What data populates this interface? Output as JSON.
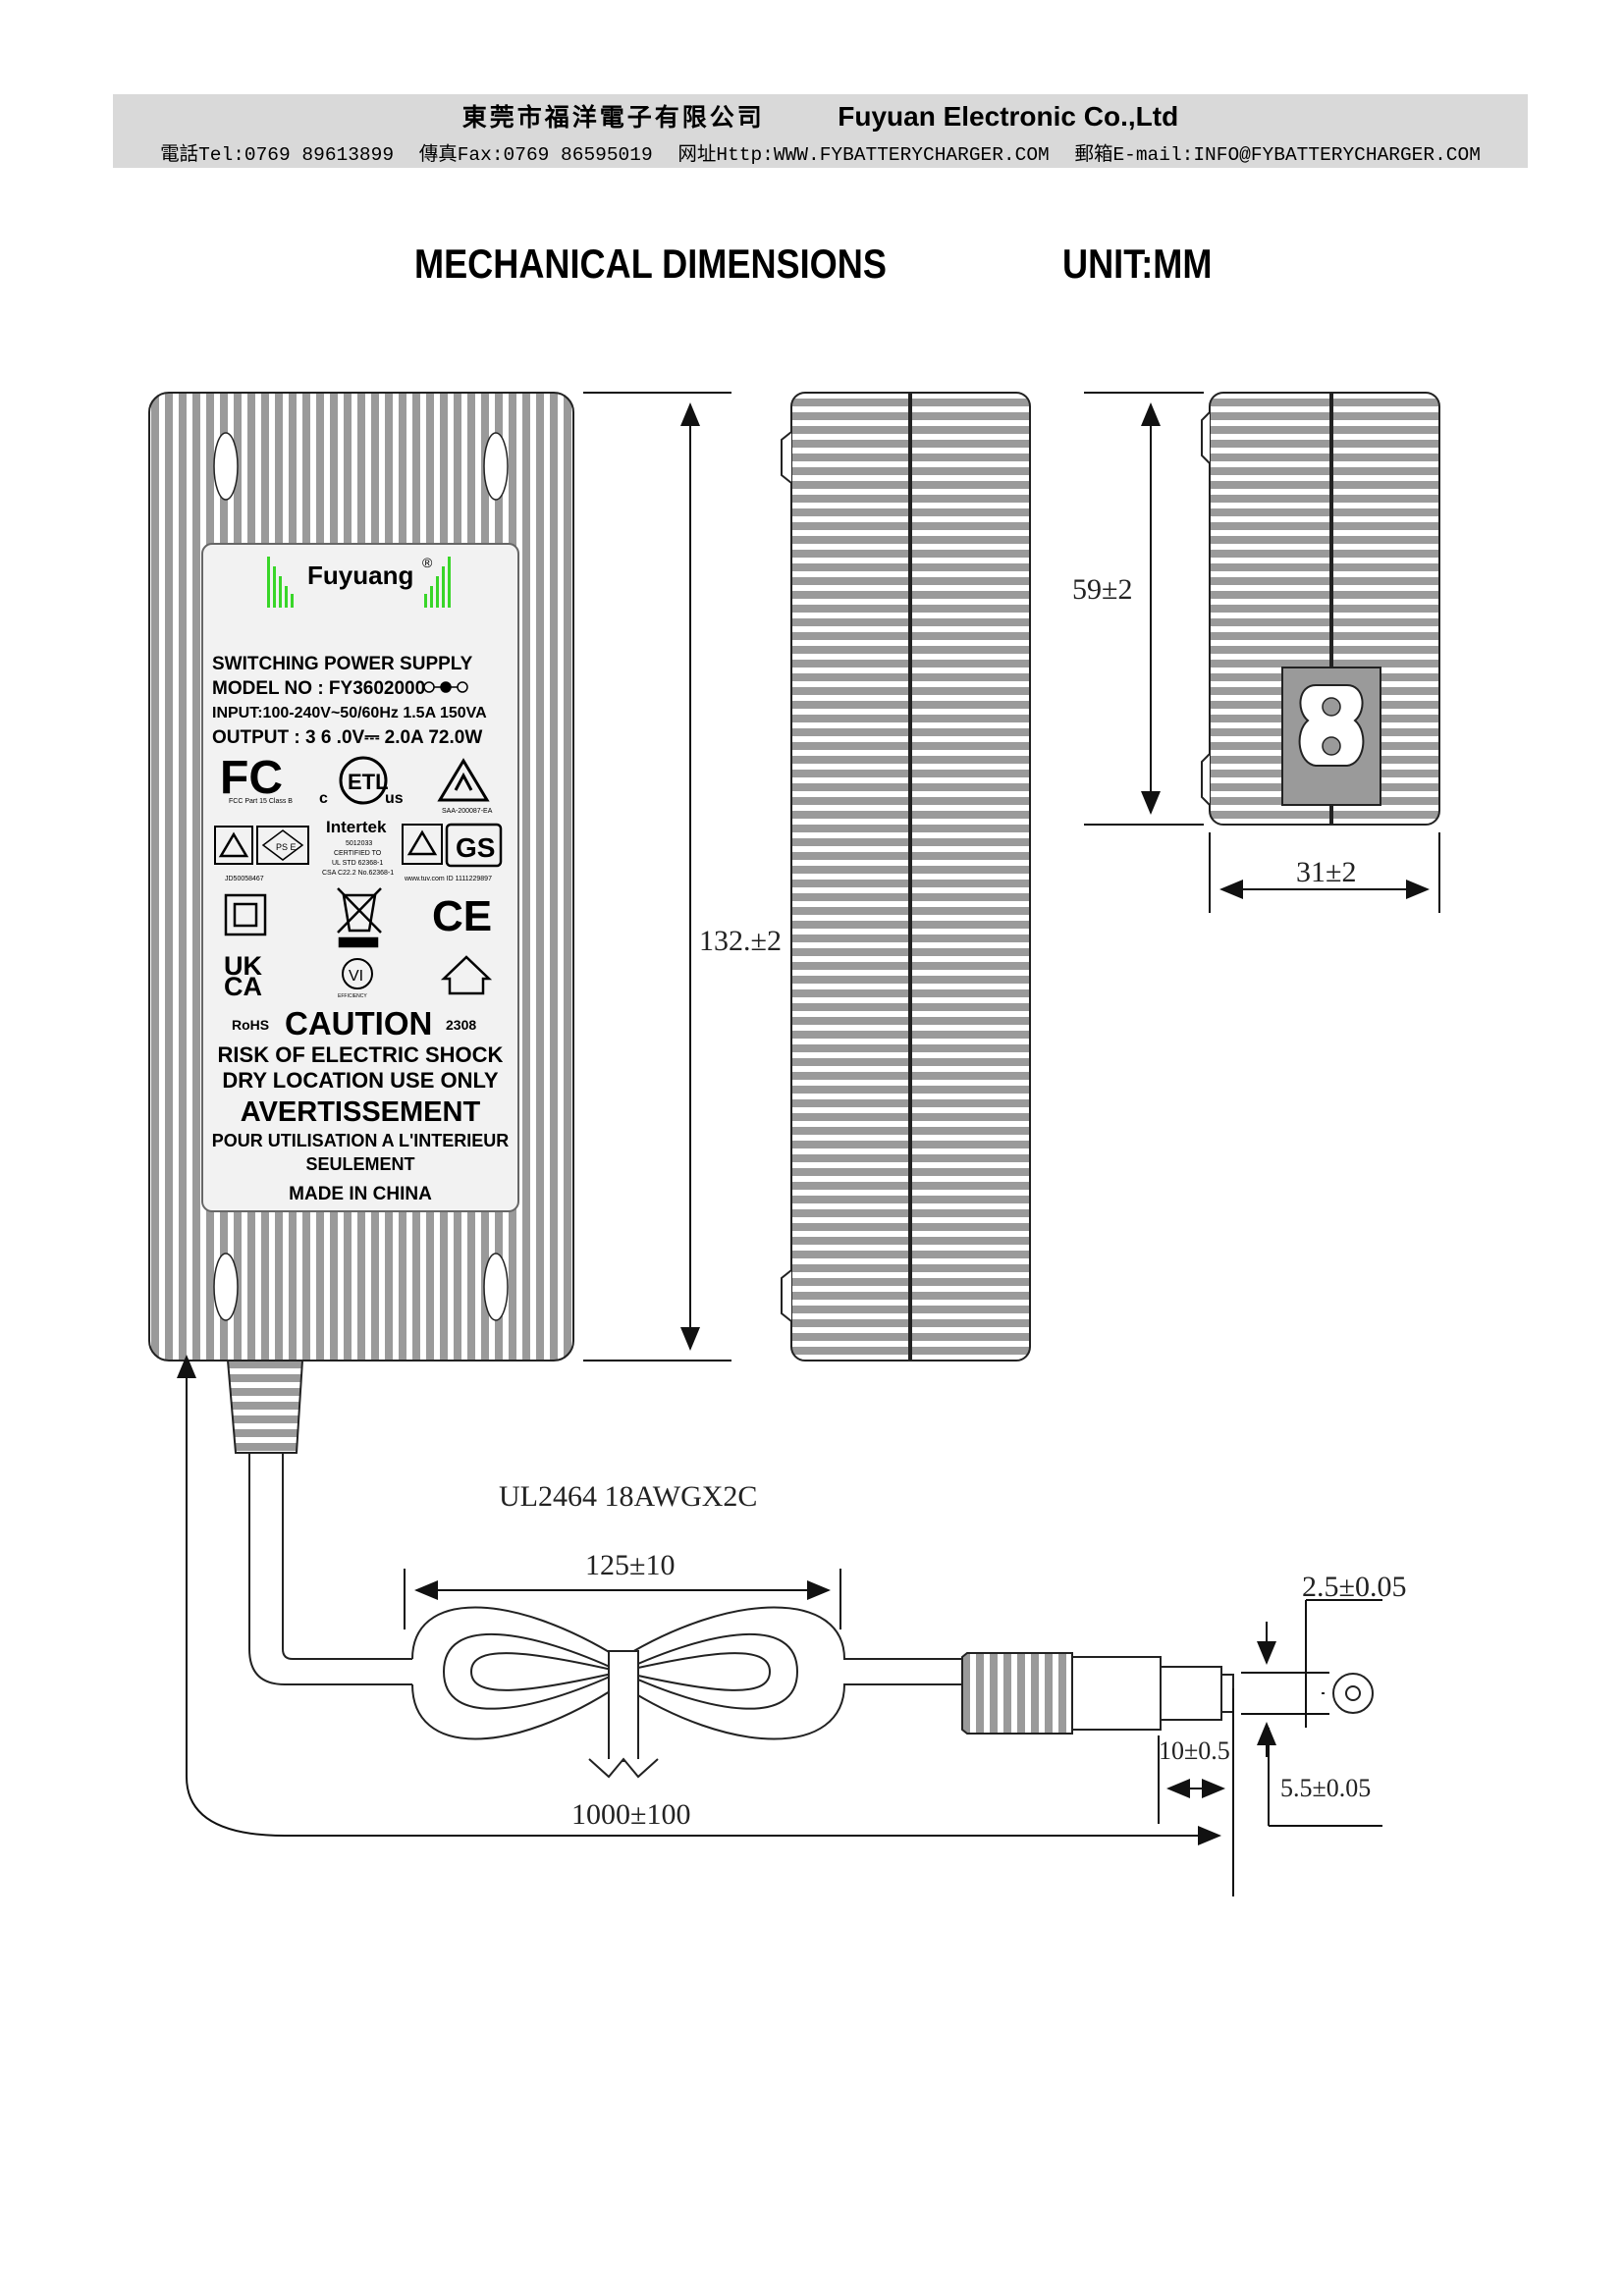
{
  "letterhead": {
    "company_cn": "東莞市福洋電子有限公司",
    "company_en": "Fuyuan Electronic Co.,Ltd",
    "tel": "電話Tel:0769 89613899",
    "fax": "傳真Fax:0769 86595019",
    "web": "网址Http:WWW.FYBATTERYCHARGER.COM",
    "email": "郵箱E-mail:INFO@FYBATTERYCHARGER.COM"
  },
  "heading": {
    "title": "MECHANICAL DIMENSIONS",
    "unit": "UNIT:MM"
  },
  "label": {
    "brand": "Fuyuang",
    "registered": "®",
    "product_type": "SWITCHING POWER SUPPLY",
    "model": "MODEL NO : FY3602000",
    "input": "INPUT:100-240V~50/60Hz 1.5A 150VA",
    "output": "OUTPUT : 3 6 .0V⎓ 2.0A  72.0W",
    "fcc": "FCC Part 15 Class B",
    "c_mark": "c",
    "us_mark": "us",
    "saa": "SAA-200087-EA",
    "intertek": "Intertek",
    "intertek_no": "5012033",
    "certified_to": "CERTIFIED TO",
    "ul_std": "UL STD 62368-1",
    "csa_std": "CSA C22.2 No.62368-1",
    "js_no": "JD50058467",
    "tuv": "www.tuv.com  ID 1111229897",
    "pse": "PS E",
    "ce": "CE",
    "ukca_top": "UK",
    "ukca_bottom": "CA",
    "efficiency": "VI",
    "efficiency_caption": "EFFICIENCY",
    "rohs": "RoHS",
    "caution": "CAUTION",
    "date_code": "2308",
    "risk": "RISK OF ELECTRIC SHOCK",
    "dry": "DRY LOCATION USE ONLY",
    "avertissement": "AVERTISSEMENT",
    "pour": "POUR UTILISATION A L'INTERIEUR",
    "seulement": "SEULEMENT",
    "made_in": "MADE IN CHINA"
  },
  "dimensions": {
    "length": "132.±2",
    "height": "59±2",
    "width": "31±2",
    "cable_type": "UL2464  18AWGX2C",
    "coil": "125±10",
    "cable_length": "1000±100",
    "plug_length": "10±0.5",
    "pin_inner": "2.5±0.05",
    "pin_outer": "5.5±0.05"
  },
  "colors": {
    "letterhead_bg": "#d9d9d9",
    "housing_fill": "#9a9a9a",
    "label_bg": "#f2f2f2",
    "logo_green": "#39d629"
  }
}
